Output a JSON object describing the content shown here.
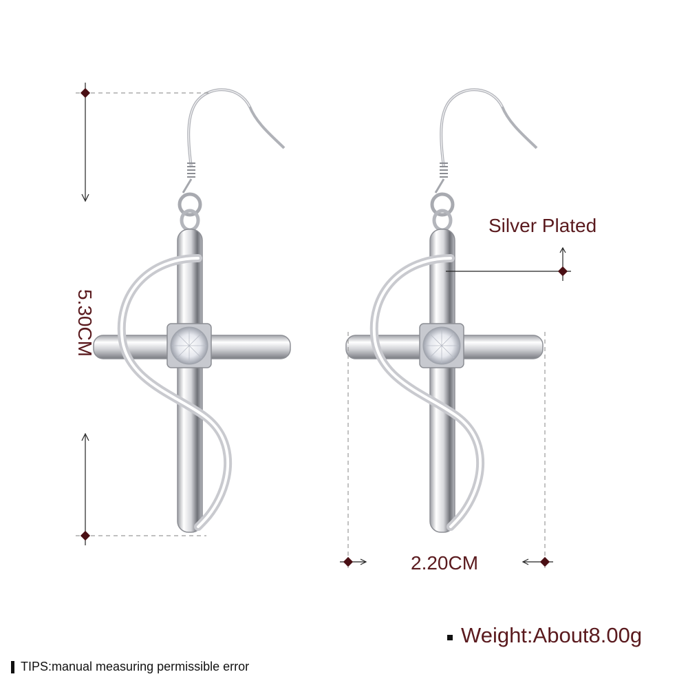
{
  "product": {
    "type": "cross drop earrings",
    "count": 2
  },
  "annotations": {
    "material": "Silver Plated",
    "height": "5.30CM",
    "width": "2.20CM",
    "weight": "Weight:About8.00g",
    "tips": "TIPS:manual measuring permissible error"
  },
  "colors": {
    "label_text": "#5a1a1e",
    "marker": "#4a0f14",
    "dimension_line": "#222222",
    "dashed_guide": "#9a9a9a",
    "metal_light": "#f4f4f6",
    "metal_dark": "#8a8c92"
  }
}
